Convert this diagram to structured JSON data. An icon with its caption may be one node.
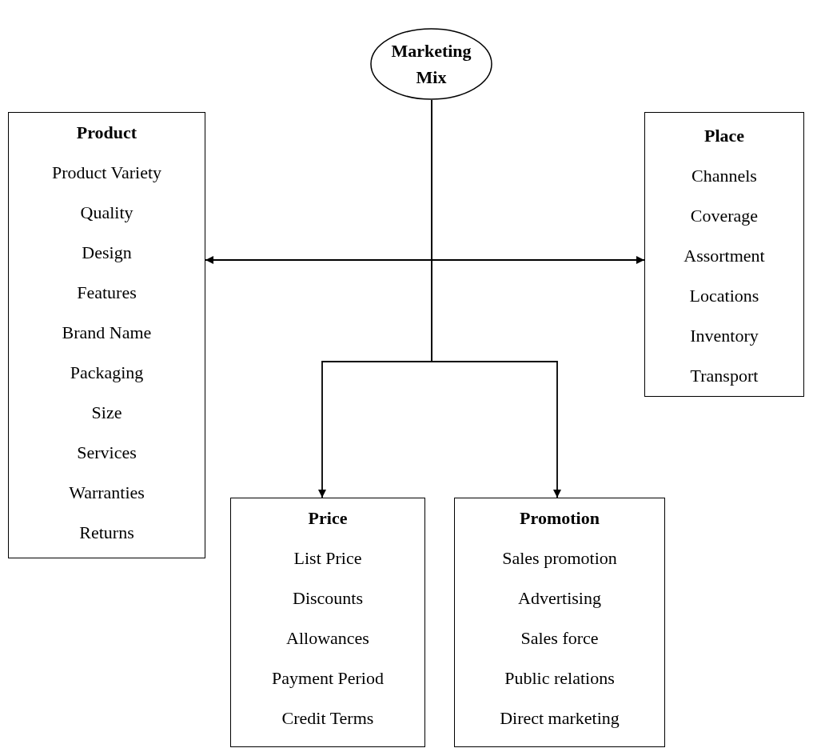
{
  "diagram": {
    "nodes": [
      {
        "text": [
          "Marketing Mix"
        ]
      },
      {
        "text": [
          "Product",
          "Product Variety",
          "Quality",
          "Design",
          "Features",
          "Brand Name",
          "Packaging",
          "Size",
          "Services",
          "Warranties",
          "Returns"
        ]
      },
      {
        "text": [
          "Place",
          "Channels",
          "Coverage",
          "Assortment",
          "Locations",
          "Inventory",
          "Transport"
        ]
      },
      {
        "text": [
          "Price",
          "List Price",
          "Discounts",
          "Allowances",
          "Payment Period",
          "Credit Terms"
        ]
      },
      {
        "text": [
          "Promotion",
          "Sales promotion",
          "Advertising",
          "Sales force",
          "Public relations",
          "Direct marketing"
        ]
      }
    ],
    "edges": [
      {
        "from": 0,
        "to": 1,
        "arrow": "to"
      },
      {
        "from": 0,
        "to": 2,
        "arrow": "to"
      },
      {
        "from": 0,
        "to": 3,
        "arrow": "to"
      },
      {
        "from": 0,
        "to": 4,
        "arrow": "to"
      }
    ]
  }
}
